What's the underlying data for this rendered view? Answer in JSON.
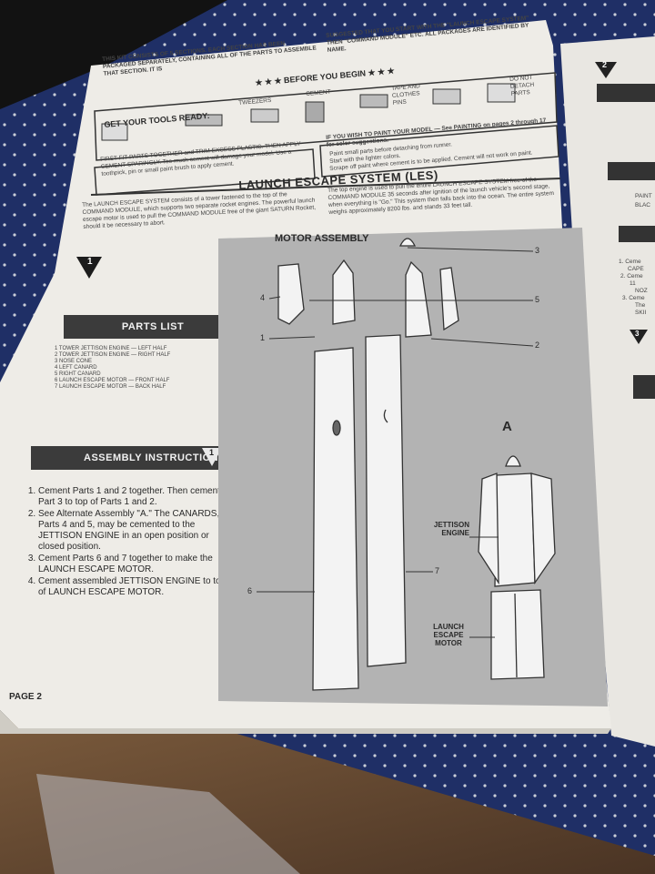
{
  "header": {
    "intro_left": "THIS KIT CONSISTS OF 5 SECTIONS. EACH SECTION HAS BEEN PACKAGED SEPARATELY, CONTAINING ALL OF THE PARTS TO ASSEMBLE THAT SECTION. IT IS",
    "intro_right": "SUGGESTED THAT YOU START WITH THE \"LAUNCH ESCAPE SYSTEM\" THEN \"COMMAND MODULE\" ETC. ALL PACKAGES ARE IDENTIFIED BY NAME.",
    "before_you_begin": "★ ★ ★ BEFORE YOU BEGIN ★ ★ ★",
    "get_tools": "GET YOUR TOOLS READY:"
  },
  "tool_labels": [
    "TWEEZERS",
    "CEMENT",
    "TAPE AND CLOTHES PINS",
    "DO NOT DETACH PARTS"
  ],
  "fit_note": "FIRST FIT PARTS TOGETHER and TRIM EXCESS PLASTIC. THEN APPLY CEMENT SPARINGLY. Too much cement will damage your model. Use a toothpick, pin or small paint brush to apply cement.",
  "paint_box": {
    "title": "IF YOU WISH TO PAINT YOUR MODEL — See PAINTING on pages 2 through 17 for color suggestions.",
    "bullets": [
      "Paint small parts before detaching from runner.",
      "Start with the lighter colors.",
      "Scrape off paint where cement is to be applied. Cement will not work on paint."
    ]
  },
  "section_title": "LAUNCH ESCAPE SYSTEM (LES)",
  "les_left": "The LAUNCH ESCAPE SYSTEM consists of a tower fastened to the top of the COMMAND MODULE, which supports two separate rocket engines. The powerful launch escape motor is used to pull the COMMAND MODULE free of the giant SATURN Rocket, should it be necessary to abort.",
  "les_right": "The top engine is used to pull the entire LAUNCH ESCAPE SYSTEM free of the COMMAND MODULE 35 seconds after ignition of the launch vehicle's second stage, when everything is \"Go.\" This system then falls back into the ocean. The entire system weighs approximately 8200 lbs. and stands 33 feet tall.",
  "step_badge": "1",
  "parts_list": {
    "title": "PARTS LIST",
    "items": [
      "1  TOWER JETTISON ENGINE — LEFT HALF",
      "2  TOWER JETTISON ENGINE — RIGHT HALF",
      "3  NOSE CONE",
      "4  LEFT CANARD",
      "5  RIGHT CANARD",
      "6  LAUNCH ESCAPE MOTOR — FRONT HALF",
      "7  LAUNCH ESCAPE MOTOR — BACK HALF"
    ]
  },
  "assembly": {
    "title": "ASSEMBLY INSTRUCTIONS",
    "badge": "1",
    "steps": [
      "Cement Parts 1 and 2 together. Then cement Part 3 to top of Parts 1 and 2.",
      "See Alternate Assembly \"A.\" The CANARDS, Parts 4 and 5, may be cemented to the JETTISON ENGINE in an open position or closed position.",
      "Cement Parts 6 and 7 together to make the LAUNCH ESCAPE MOTOR.",
      "Cement assembled JETTISON ENGINE to top of LAUNCH ESCAPE MOTOR."
    ]
  },
  "diagram": {
    "title": "MOTOR ASSEMBLY",
    "callouts": [
      "1",
      "2",
      "3",
      "4",
      "5",
      "6",
      "7"
    ],
    "alt_label": "A",
    "jettison_label": "JETTISON ENGINE",
    "launch_label": "LAUNCH ESCAPE MOTOR"
  },
  "page_label": "PAGE 2",
  "next_page": {
    "badge": "2",
    "badge3": "3",
    "snippets": [
      "PAINT",
      "BLAC",
      "1. Ceme",
      "CAPE",
      "2. Ceme",
      "11",
      "NOZ",
      "3. Ceme",
      "The",
      "SKII"
    ]
  }
}
